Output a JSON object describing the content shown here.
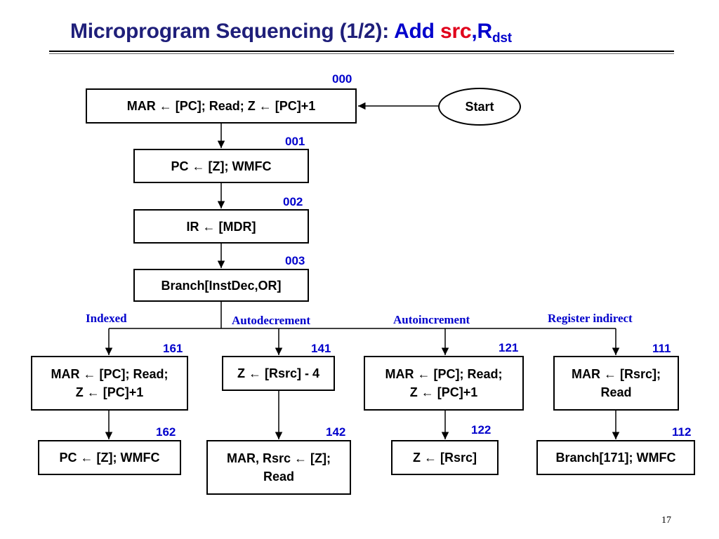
{
  "title": {
    "main": "Microprogram Sequencing (1/2): ",
    "op": "Add ",
    "src": "src",
    "comma": ",R",
    "dst_sub": "dst"
  },
  "start_label": "Start",
  "common_steps": [
    {
      "addr": "000",
      "text": "MAR ← [PC]; Read; Z ← [PC]+1"
    },
    {
      "addr": "001",
      "text": "PC ← [Z]; WMFC"
    },
    {
      "addr": "002",
      "text": "IR ← [MDR]"
    },
    {
      "addr": "003",
      "text": "Branch[InstDec,OR]"
    }
  ],
  "branches": [
    {
      "mode": "Indexed",
      "step1": {
        "addr": "161",
        "line1": "MAR ← [PC]; Read;",
        "line2": "Z ← [PC]+1"
      },
      "step2": {
        "addr": "162",
        "line1": "PC ← [Z]; WMFC",
        "line2": ""
      }
    },
    {
      "mode": "Autodecrement",
      "step1": {
        "addr": "141",
        "line1": "Z ← [Rsrc] - 4",
        "line2": ""
      },
      "step2": {
        "addr": "142",
        "line1": "MAR, Rsrc ← [Z];",
        "line2": "Read"
      }
    },
    {
      "mode": "Autoincrement",
      "step1": {
        "addr": "121",
        "line1": "MAR ← [PC]; Read;",
        "line2": "Z ← [PC]+1"
      },
      "step2": {
        "addr": "122",
        "line1": "Z ← [Rsrc]",
        "line2": ""
      }
    },
    {
      "mode": "Register indirect",
      "step1": {
        "addr": "111",
        "line1": "MAR ← [Rsrc];",
        "line2": "Read"
      },
      "step2": {
        "addr": "112",
        "line1": "Branch[171]; WMFC",
        "line2": ""
      }
    }
  ],
  "page_number": "17"
}
